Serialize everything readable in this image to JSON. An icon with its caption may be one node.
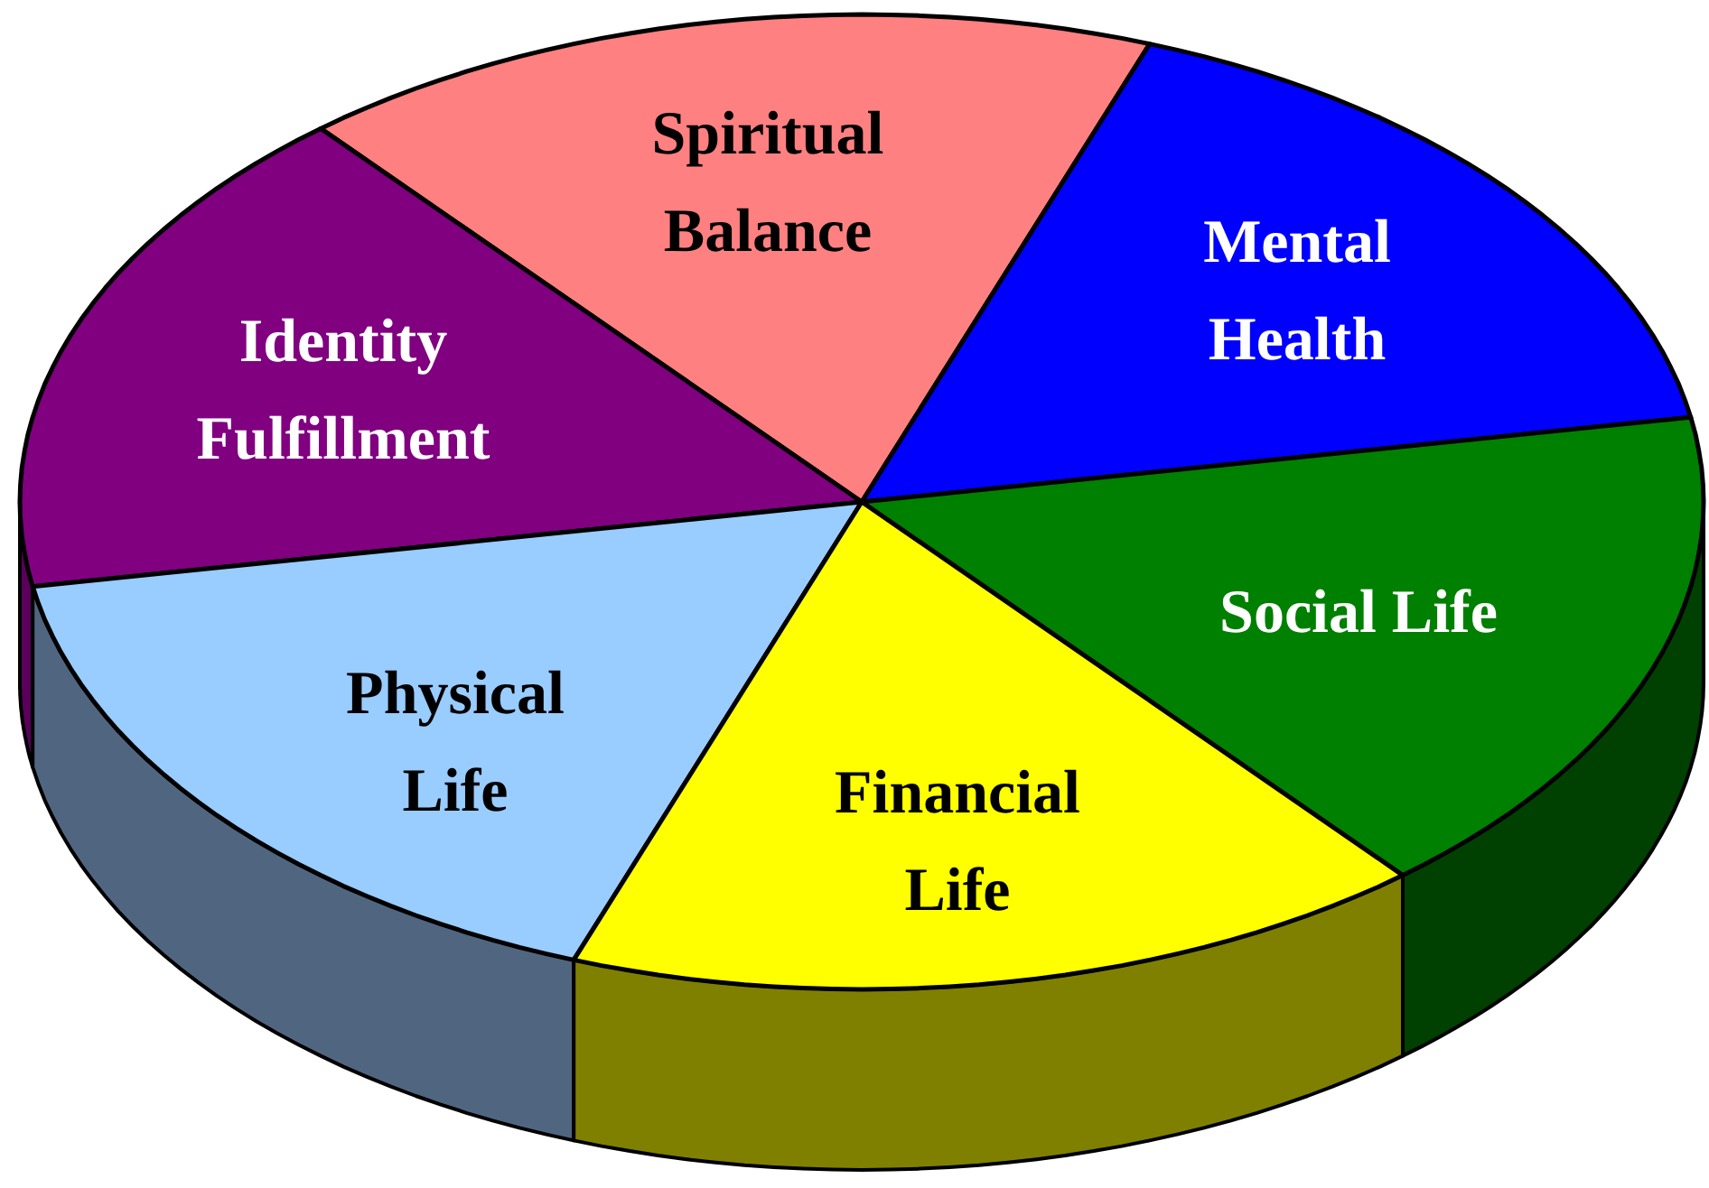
{
  "diagram": {
    "nodes": [
      {
        "text": [
          "Spiritual Balance"
        ]
      },
      {
        "text": [
          "Mental Health"
        ]
      },
      {
        "text": [
          "Identity Fulfillment"
        ]
      },
      {
        "text": [
          "Social Life"
        ]
      },
      {
        "text": [
          "Physical Life"
        ]
      },
      {
        "text": [
          "Financial Life"
        ]
      }
    ],
    "edges": []
  }
}
